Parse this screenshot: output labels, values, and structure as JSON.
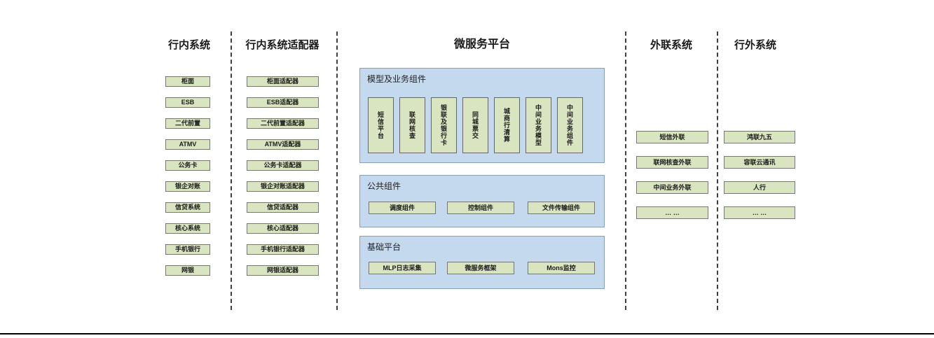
{
  "colors": {
    "green_fill": "#d9e5c1",
    "green_border": "#767676",
    "blue_fill": "#c4d8ee",
    "blue_border": "#87a0ba",
    "dash_line": "#3f3f3f",
    "bottom_rule": "#000000"
  },
  "columns": {
    "internal_systems": {
      "title": "行内系统",
      "items": [
        "柜面",
        "ESB",
        "二代前置",
        "ATMV",
        "公务卡",
        "银企对账",
        "信贷系统",
        "核心系统",
        "手机银行",
        "网银"
      ]
    },
    "internal_adapters": {
      "title": "行内系统适配器",
      "items": [
        "柜面适配器",
        "ESB适配器",
        "二代前置适配器",
        "ATMV适配器",
        "公务卡适配器",
        "银企对账适配器",
        "信贷适配器",
        "核心适配器",
        "手机银行适配器",
        "网银适配器"
      ]
    },
    "microservice_platform": {
      "title": "微服务平台",
      "groups": [
        {
          "label": "模型及业务组件",
          "items": [
            "短信平台",
            "联网核查",
            "银联及银行卡",
            "同城票交",
            "城商行清算",
            "中间业务模型",
            "中间业务组件"
          ]
        },
        {
          "label": "公共组件",
          "items": [
            "调度组件",
            "控制组件",
            "文件传输组件"
          ]
        },
        {
          "label": "基础平台",
          "items": [
            "MLP日志采集",
            "微服务框架",
            "Mons监控"
          ]
        }
      ]
    },
    "outreach_systems": {
      "title": "外联系统",
      "items": [
        "短信外联",
        "联网核查外联",
        "中间业务外联",
        "… …"
      ]
    },
    "external_systems": {
      "title": "行外系统",
      "items": [
        "鸿联九五",
        "容联云通讯",
        "人行",
        "… …"
      ]
    }
  }
}
